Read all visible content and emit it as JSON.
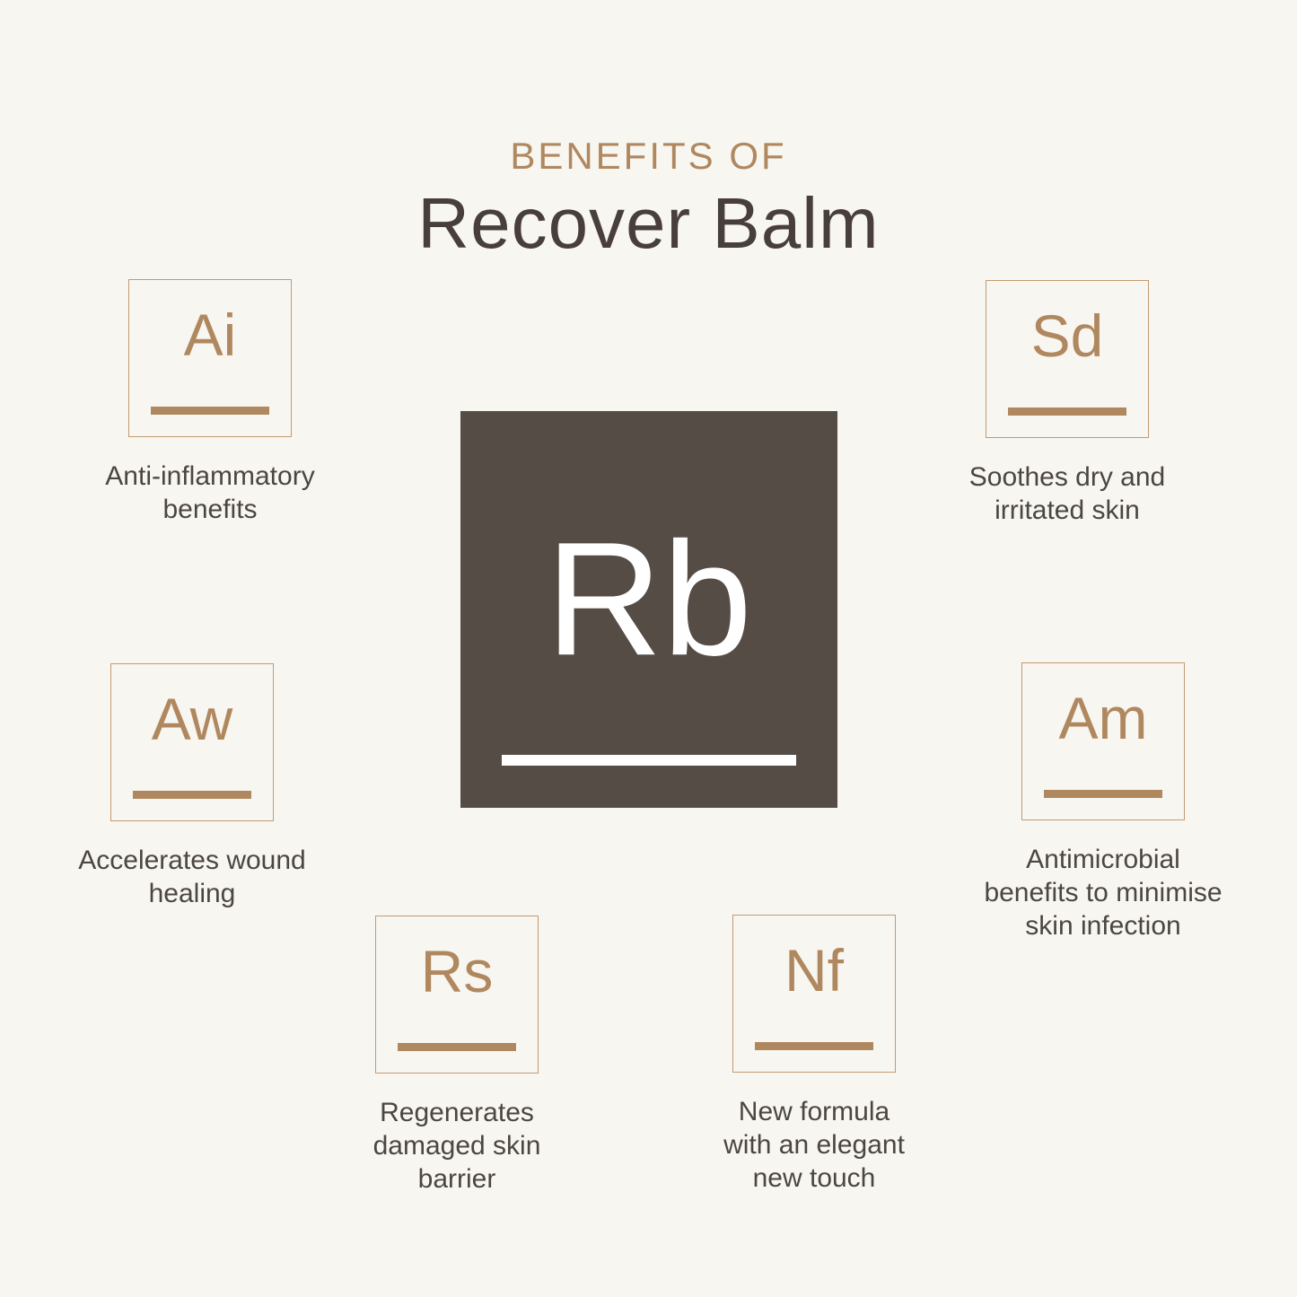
{
  "header": {
    "kicker": "BENEFITS OF",
    "title": "Recover Balm"
  },
  "center_tile": {
    "symbol": "Rb"
  },
  "cards": [
    {
      "symbol": "Ai",
      "caption": "Anti-inflammatory\nbenefits"
    },
    {
      "symbol": "Sd",
      "caption": "Soothes dry and\nirritated skin"
    },
    {
      "symbol": "Aw",
      "caption": "Accelerates wound\nhealing"
    },
    {
      "symbol": "Am",
      "caption": "Antimicrobial\nbenefits to minimise\nskin infection"
    },
    {
      "symbol": "Rs",
      "caption": "Regenerates\ndamaged skin\nbarrier"
    },
    {
      "symbol": "Nf",
      "caption": "New formula\nwith an elegant\nnew touch"
    }
  ],
  "colors": {
    "background": "#f8f6f1",
    "accent": "#b0885f",
    "box_border": "#c09b72",
    "tile": "#564c46",
    "title": "#483f3b",
    "caption": "#4c4642",
    "tile_text": "#ffffff"
  }
}
